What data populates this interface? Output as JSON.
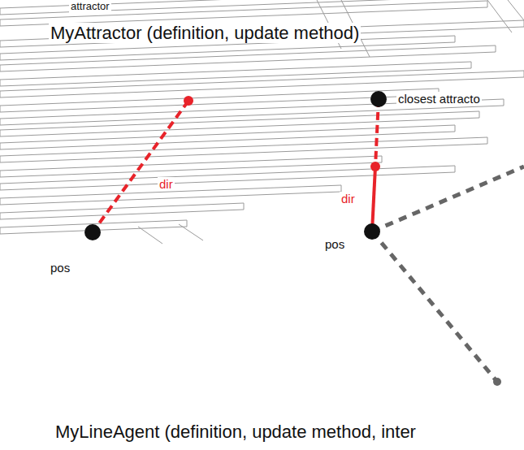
{
  "diagram": {
    "labels": [
      "attractor",
      "MyAttractor (definition, update method)",
      "dir",
      "pos",
      "closest attracto",
      "dir",
      "pos",
      "MyLineAgent (definition, update method, inter"
    ]
  }
}
